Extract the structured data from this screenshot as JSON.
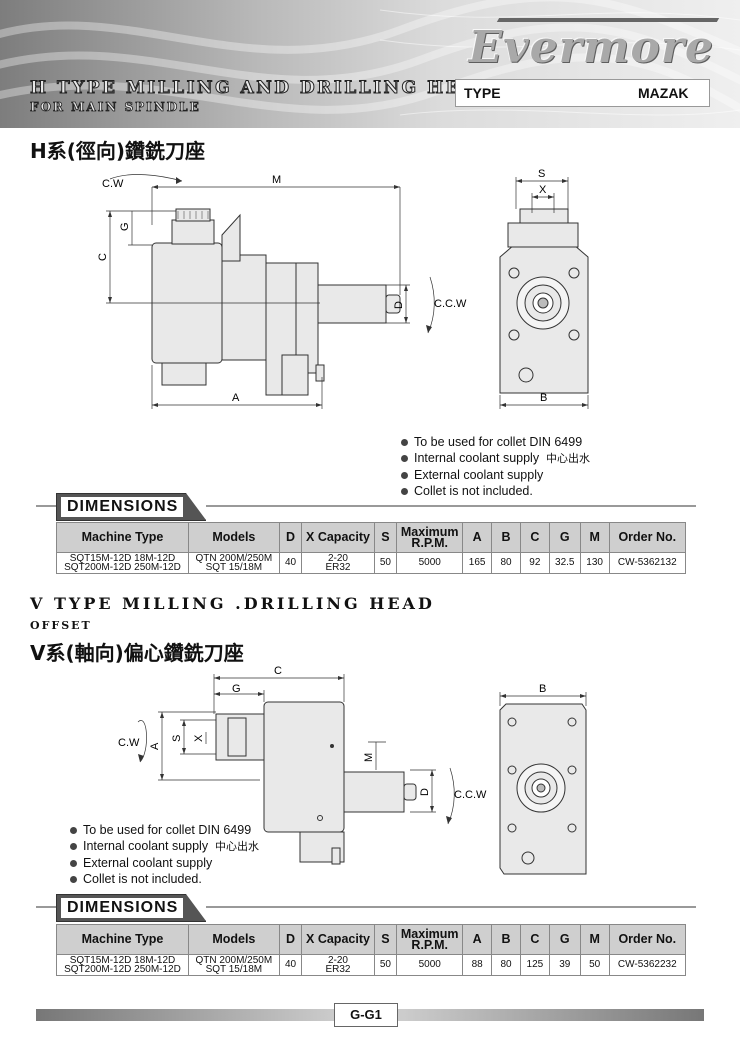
{
  "header": {
    "brand": "Evermore",
    "title_line1": "H TYPE  MILLING AND DRILLING HEAD",
    "title_line2": "FOR MAIN SPINDLE",
    "type_label": "TYPE",
    "type_value": "MAZAK"
  },
  "section_h": {
    "zh_title": "H系(徑向)鑽銑刀座",
    "labels": {
      "cw": "C.W",
      "ccw": "C.C.W",
      "m": "M",
      "g": "G",
      "c": "C",
      "a": "A",
      "d": "D",
      "s": "S",
      "x": "X",
      "b": "B"
    },
    "bullets": [
      "To be used for collet DIN 6499",
      "Internal coolant supply",
      "External coolant supply",
      "Collet is not included."
    ],
    "coolant_zh": "中心出水",
    "dimensions_label": "DIMENSIONS",
    "table": {
      "headers": [
        "Machine Type",
        "Models",
        "D",
        "X Capacity",
        "S",
        "Maximum R.P.M.",
        "A",
        "B",
        "C",
        "G",
        "M",
        "Order No."
      ],
      "row": {
        "machine_type_1": "SQT15M-12D  18M-12D",
        "machine_type_2": "SQT200M-12D  250M-12D",
        "models_1": "QTN 200M/250M",
        "models_2": "SQT 15/18M",
        "d": "40",
        "x_1": "2-20",
        "x_2": "ER32",
        "s": "50",
        "rpm": "5000",
        "a": "165",
        "b": "80",
        "c": "92",
        "g": "32.5",
        "m": "130",
        "order": "CW-5362132"
      }
    }
  },
  "section_v": {
    "title": "V TYPE  MILLING .DRILLING HEAD",
    "offset": "OFFSET",
    "zh_title": "V系(軸向)偏心鑽銑刀座",
    "labels": {
      "cw": "C.W",
      "ccw": "C.C.W",
      "c": "C",
      "g": "G",
      "a": "A",
      "s": "S",
      "x": "X",
      "m": "M",
      "d": "D",
      "b": "B"
    },
    "bullets": [
      "To be used for collet DIN 6499",
      "Internal coolant supply",
      "External coolant supply",
      "Collet is not included."
    ],
    "coolant_zh": "中心出水",
    "dimensions_label": "DIMENSIONS",
    "table": {
      "headers": [
        "Machine Type",
        "Models",
        "D",
        "X Capacity",
        "S",
        "Maximum R.P.M.",
        "A",
        "B",
        "C",
        "G",
        "M",
        "Order No."
      ],
      "row": {
        "machine_type_1": "SQT15M-12D  18M-12D",
        "machine_type_2": "SQT200M-12D  250M-12D",
        "models_1": "QTN 200M/250M",
        "models_2": "SQT 15/18M",
        "d": "40",
        "x_1": "2-20",
        "x_2": "ER32",
        "s": "50",
        "rpm": "5000",
        "a": "88",
        "b": "80",
        "c": "125",
        "g": "39",
        "m": "50",
        "order": "CW-5362232"
      }
    }
  },
  "footer": {
    "page": "G-G1"
  }
}
